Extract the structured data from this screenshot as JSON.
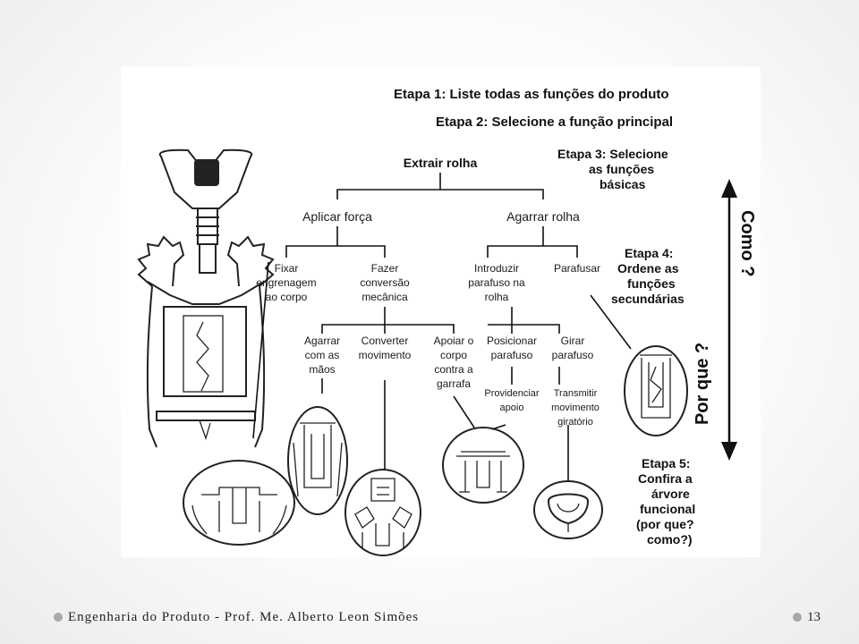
{
  "steps": {
    "step1": "Etapa 1: Liste todas as funções do produto",
    "step2": "Etapa 2: Selecione a função principal",
    "step3": [
      "Etapa 3: Selecione",
      "as funções",
      "básicas"
    ],
    "step4": [
      "Etapa 4:",
      "Ordene as",
      "funções",
      "secundárias"
    ],
    "step5": [
      "Etapa 5:",
      "Confira a",
      "árvore",
      "funcional",
      "(por que?",
      "como?)"
    ]
  },
  "tree": {
    "root": "Extrair rolha",
    "level1": {
      "left": "Aplicar força",
      "right": "Agarrar rolha"
    },
    "level2": {
      "fixar": [
        "Fixar",
        "engrenagem",
        "ao corpo"
      ],
      "fazer": [
        "Fazer",
        "conversão",
        "mecânica"
      ],
      "introduzir": [
        "Introduzir",
        "parafuso na",
        "rolha"
      ],
      "parafusar": [
        "Parafusar"
      ]
    },
    "level3": {
      "agarrar": [
        "Agarrar",
        "com as",
        "mãos"
      ],
      "converter": [
        "Converter",
        "movimento"
      ],
      "apoiar": [
        "Apoiar o",
        "corpo",
        "contra a",
        "garrafa"
      ],
      "posicionar": [
        "Posicionar",
        "parafuso"
      ],
      "girar": [
        "Girar",
        "parafuso"
      ]
    },
    "level4": {
      "providenciar": [
        "Providenciar",
        "apoio"
      ],
      "transmitir": [
        "Transmitir",
        "movimento",
        "giratório"
      ]
    }
  },
  "axis": {
    "how": "Como ?",
    "why": "Por que ?"
  },
  "footer": {
    "text": "Engenharia do Produto - Prof. Me. Alberto Leon Simões",
    "page": "13"
  },
  "colors": {
    "ink": "#111111",
    "bullet": "#a8a8a8"
  }
}
